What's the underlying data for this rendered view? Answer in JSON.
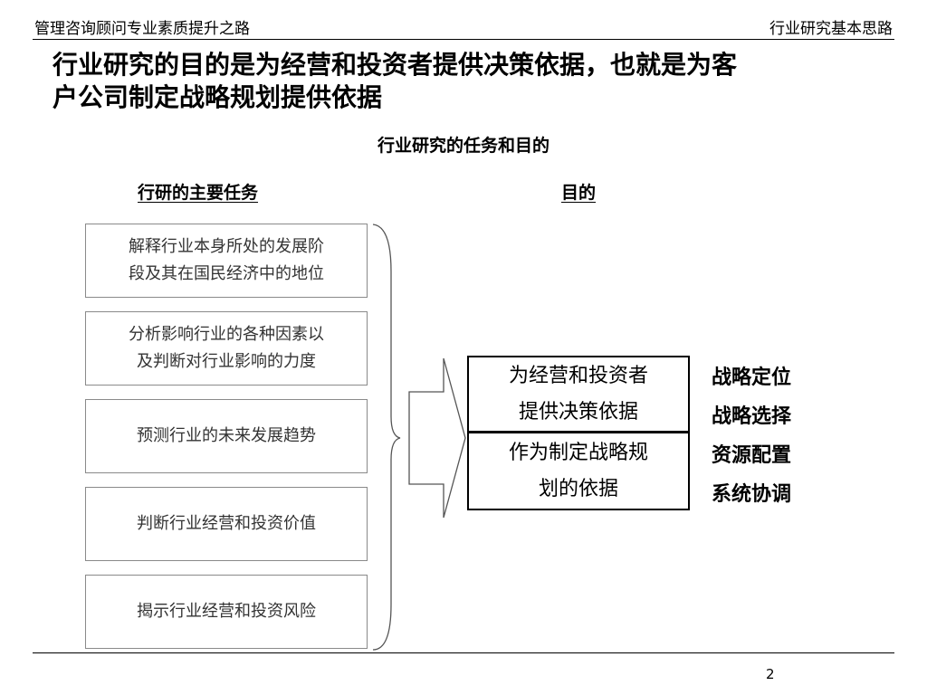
{
  "header": {
    "left_text": "管理咨询顾问专业素质提升之路",
    "right_text": "行业研究基本思路"
  },
  "title": {
    "line1": "行业研究的目的是为经营和投资者提供决策依据，也就是为客",
    "line2": "户公司制定战略规划提供依据"
  },
  "subtitle": "行业研究的任务和目的",
  "columns": {
    "tasks_heading": "行研的主要任务",
    "purpose_heading": "目的"
  },
  "tasks": [
    {
      "line1": "解释行业本身所处的发展阶",
      "line2": "段及其在国民经济中的地位"
    },
    {
      "line1": "分析影响行业的各种因素以",
      "line2": "及判断对行业影响的力度"
    },
    {
      "line1": "预测行业的未来发展趋势",
      "line2": ""
    },
    {
      "line1": "判断行业经营和投资价值",
      "line2": ""
    },
    {
      "line1": "揭示行业经营和投资风险",
      "line2": ""
    }
  ],
  "purposes": [
    {
      "line1": "为经营和投资者",
      "line2": "提供决策依据"
    },
    {
      "line1": "作为制定战略规",
      "line2": "划的依据"
    }
  ],
  "goals": [
    "战略定位",
    "战略选择",
    "资源配置",
    "系统协调"
  ],
  "footer": {
    "page_number": "2"
  }
}
